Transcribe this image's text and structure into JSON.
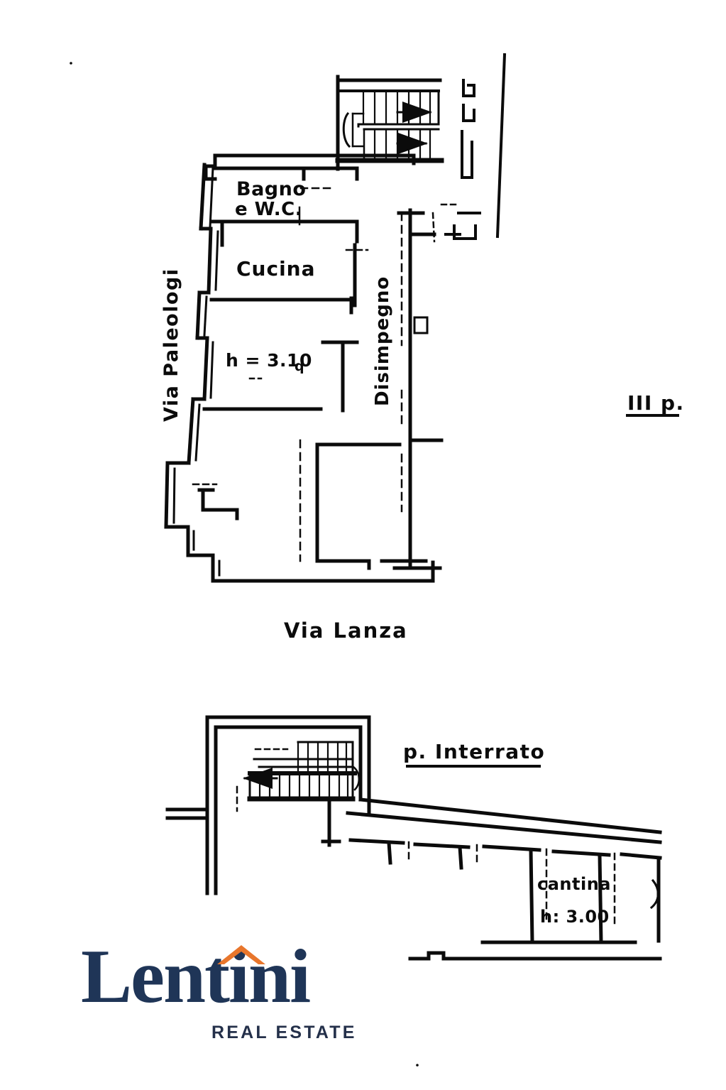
{
  "document": {
    "kind": "architectural-floor-plan",
    "language": "it",
    "background_color": "#ffffff",
    "ink_color": "#0b0b0b"
  },
  "upper_plan": {
    "floor_label": "III p.",
    "rooms": [
      {
        "name": "bagno-wc",
        "line1": "Bagno",
        "line2": "e W.C."
      },
      {
        "name": "cucina",
        "label": "Cucina"
      },
      {
        "name": "disimpegno",
        "label": "Disimpegno"
      }
    ],
    "height_note": "h = 3.10",
    "height_note_suffix": "q",
    "streets": [
      {
        "name": "via-paleologi",
        "label": "Via Paleologi",
        "orientation": "vertical"
      },
      {
        "name": "via-lanza",
        "label": "Via Lanza",
        "orientation": "horizontal"
      }
    ]
  },
  "lower_plan": {
    "floor_label": "p. Interrato",
    "rooms": [
      {
        "name": "cantina",
        "label": "cantina",
        "height_note": "h: 3.00"
      }
    ]
  },
  "logo": {
    "word": "Lentini",
    "tagline": "REAL ESTATE",
    "navy": "#1f3557",
    "orange": "#e8762c",
    "roof_icon": "house-roof-icon"
  }
}
